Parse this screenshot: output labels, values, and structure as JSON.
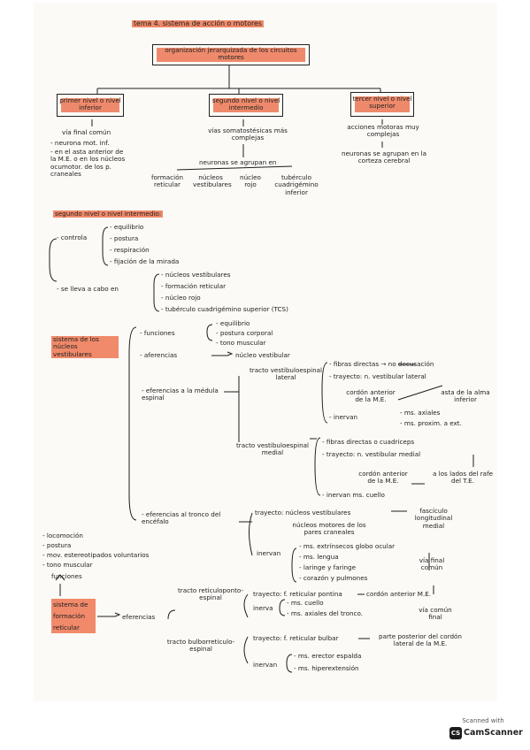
{
  "title": "tema 4. sistema de acción o motores",
  "box_main": "organización jerarquizada de los circuitos motores",
  "levels": {
    "first": {
      "label": "primer nivel o nivel inferior",
      "desc": "vía final común",
      "notes": [
        "neurona mot. inf.",
        "en el asta anterior de la M.E. o en los núcleos ocumotor. de los p. craneales"
      ]
    },
    "second": {
      "label": "segundo nivel o nivel intermedio",
      "desc": "vías somatostésicas más complejas",
      "sub": "neuronas se agrupan en",
      "items": [
        "formación reticular",
        "núcleos vestibulares",
        "núcleo rojo",
        "tubérculo cuadrigémino inferior"
      ]
    },
    "third": {
      "label": "tercer nivel o nivel superior",
      "desc": "acciones motoras muy complejas",
      "sub": "neuronas se agrupan en la corteza cerebral"
    }
  },
  "section2": {
    "heading": "segundo nivel o nivel intermedio:",
    "controla_label": "controla",
    "controla_items": [
      "equilibrio",
      "postura",
      "respiración",
      "fijación de la mirada"
    ],
    "lleva_label": "se lleva a cabo en",
    "lleva_items": [
      "núcleos vestibulares",
      "formación reticular",
      "núcleo rojo",
      "tubérculo cuadrigémino superior (TCS)"
    ]
  },
  "vestibular": {
    "label": "sistema de los núcleos vestibulares",
    "funciones_label": "funciones",
    "funciones_items": [
      "equilibrio",
      "postura corporal",
      "tono muscular"
    ],
    "aferencias_label": "aferencias",
    "aferencias_target": "núcleo vestibular",
    "eferencias_me_label": "eferencias a la médula espinal",
    "tracto_lateral": "tracto vestibuloespinal lateral",
    "lateral_items": [
      "fibras directas",
      "no decusación",
      "trayecto: n. vestibular lateral",
      "cordón anterior de la M.E.",
      "asta de la alma inferior",
      "inervan",
      "ms. axiales",
      "ms. proxim. a ext."
    ],
    "tracto_medial": "tracto vestibuloespinal medial",
    "medial_items": [
      "fibras directas o cuadriceps",
      "trayecto: n. vestibular medial",
      "cordón anterior de la M.E.",
      "a los lados del rafe del T.E.",
      "inervan ms. cuello"
    ],
    "eferencias_te_label": "eferencias al tronco del encéfalo",
    "te_trayecto": "trayecto: núcleos vestibulares",
    "te_fasciculo": "fascículo longitudinal medial",
    "te_nucleos": "núcleos motores de los pares craneales",
    "te_inervan": "inervan",
    "te_inervan_items": [
      "ms. extrínsecos globo ocular",
      "ms. lengua",
      "laringe y faringe",
      "corazón y pulmones"
    ],
    "via_final": "vía final común"
  },
  "reticular": {
    "functions_list": [
      "locomoción",
      "postura",
      "mov. estereotipados voluntarios",
      "tono muscular"
    ],
    "funciones_label": "funciones",
    "label": "sistema de formación reticular",
    "eferencias": "eferencias",
    "tracto1": "tracto reticuloponto-espinal",
    "t1_trayecto": "trayecto: f. reticular pontina",
    "t1_dest": "cordón anterior M.E.",
    "t1_inerva": "inerva",
    "t1_items": [
      "ms. cuello",
      "ms. axiales del tronco."
    ],
    "t1_via": "vía común final",
    "tracto2": "tracto bulborreticulo-espinal",
    "t2_trayecto": "trayecto: f. reticular bulbar",
    "t2_dest": "parte posterior del cordón lateral de la M.E.",
    "t2_inervan": "inervan",
    "t2_items": [
      "ms. erector espalda",
      "ms. hiperextensión"
    ]
  },
  "scanner": {
    "line1": "Scanned with",
    "brand": "CamScanner",
    "logo": "CS"
  },
  "colors": {
    "highlight": "#f08a6a",
    "paper": "#fbfaf6",
    "ink": "#1e1e1e"
  }
}
